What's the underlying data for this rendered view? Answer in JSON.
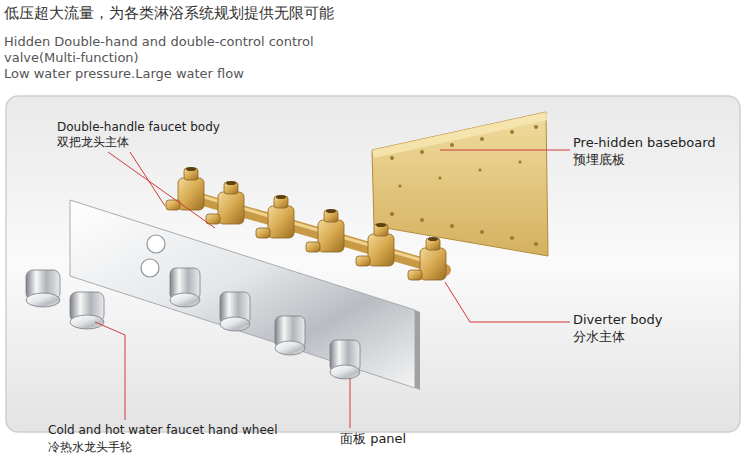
{
  "diagram": {
    "title": "低压超大流量，为各类淋浴系统规划提供无限可能",
    "labels": [
      "Hidden Double-hand and double-control control valve(Multi-function)",
      "Low water pressure.Large water flow",
      "Double-handle faucet body",
      "双把龙头主体",
      "Pre-hidden baseboard",
      "预埋底板",
      "Diverter body",
      "分水主体",
      "Cold and hot water faucet hand wheel",
      "冷热水龙头手轮",
      "面板 panel"
    ]
  }
}
